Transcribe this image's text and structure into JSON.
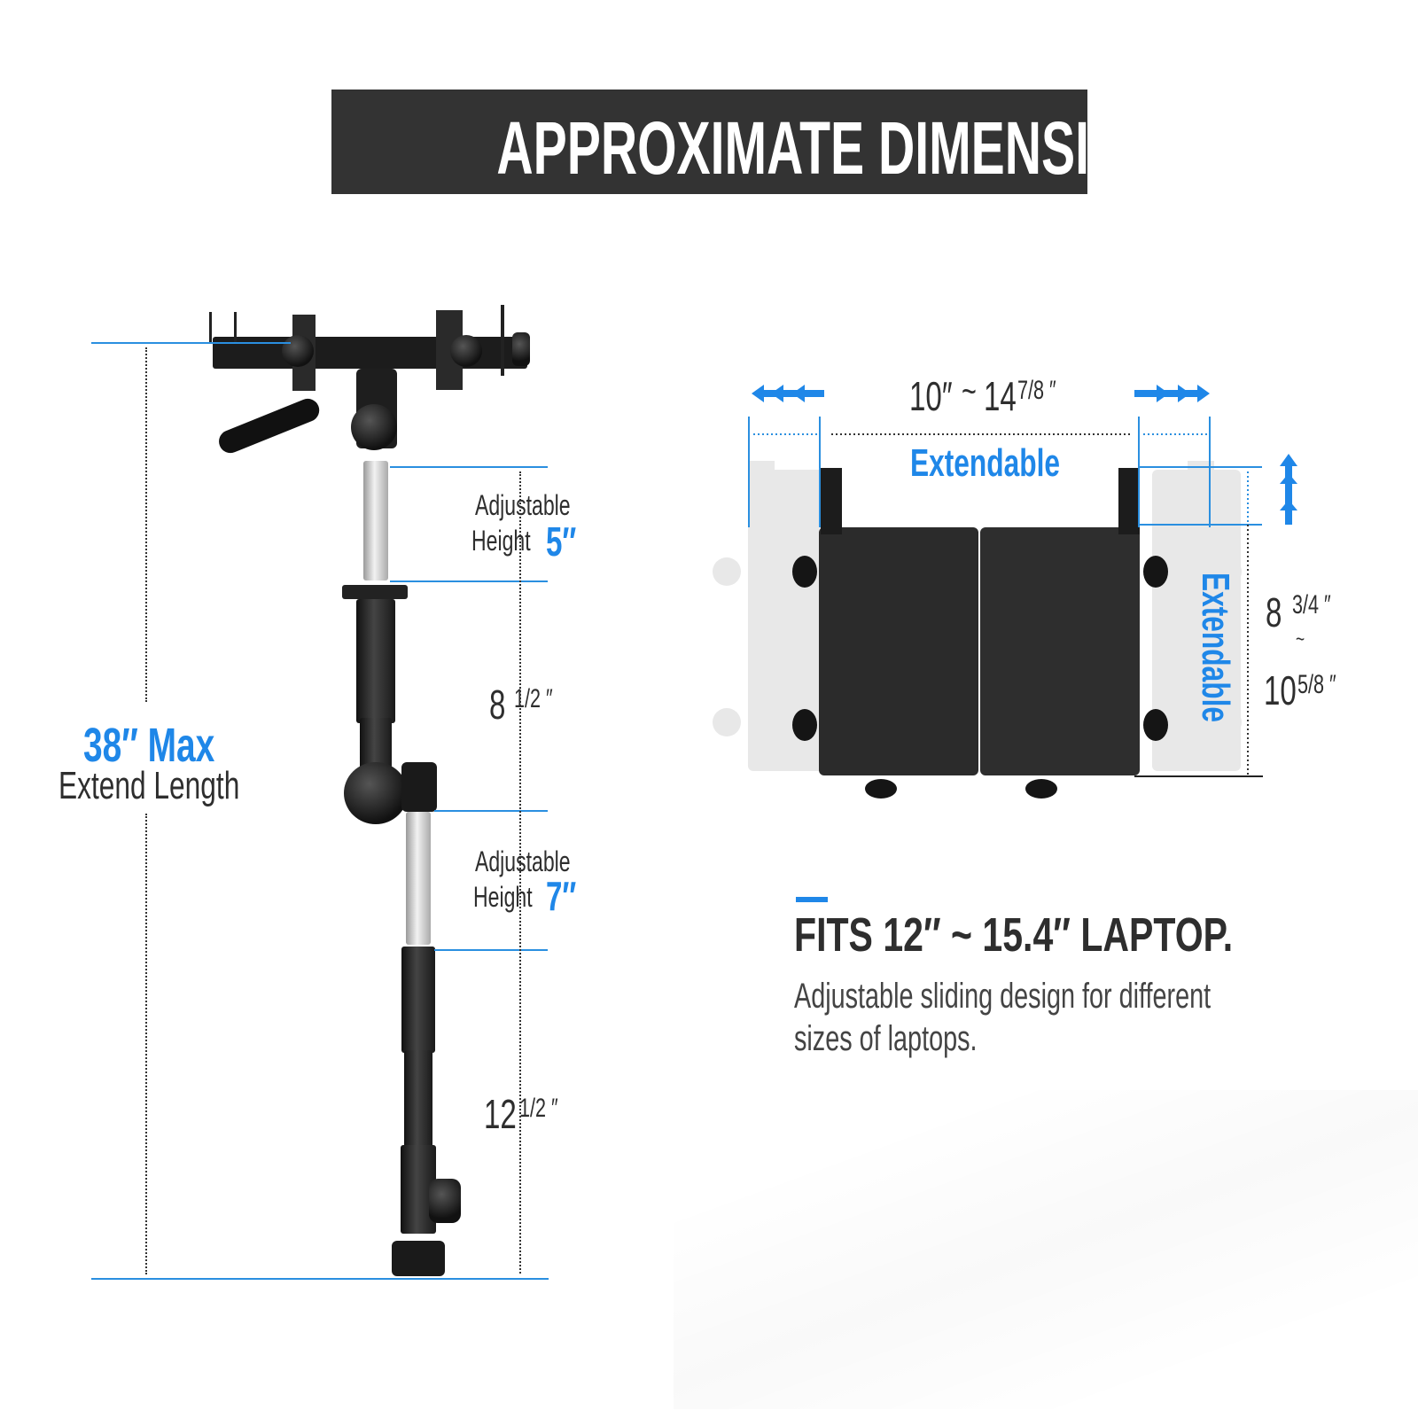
{
  "header": {
    "title": "APPROXIMATE DIMENSIONS"
  },
  "colors": {
    "accent": "#1f87e8",
    "banner": "#333333",
    "text": "#2e2e2e"
  },
  "stand": {
    "max_value": "38″ Max",
    "max_label": "Extend Length",
    "segments": [
      {
        "label_line1": "Adjustable",
        "label_line2": "Height",
        "value": "5″"
      },
      {
        "value_whole": "8",
        "value_frac": "1/2 ″"
      },
      {
        "label_line1": "Adjustable",
        "label_line2": "Height",
        "value": "7″"
      },
      {
        "value_whole": "12",
        "value_frac": "1/2 ″"
      }
    ]
  },
  "tray": {
    "width_min": "10″",
    "width_sep": "~",
    "width_max_whole": "14",
    "width_max_frac": "7/8 ″",
    "horizontal_label": "Extendable",
    "vertical_label": "Extendable",
    "height_min_whole": "8",
    "height_min_frac": "3/4 ″",
    "height_sep": "~",
    "height_max_whole": "10",
    "height_max_frac": "5/8 ″"
  },
  "feature": {
    "title": "FITS 12″ ~ 15.4″ LAPTOP.",
    "description_line1": "Adjustable sliding design for different",
    "description_line2": "sizes of laptops."
  }
}
